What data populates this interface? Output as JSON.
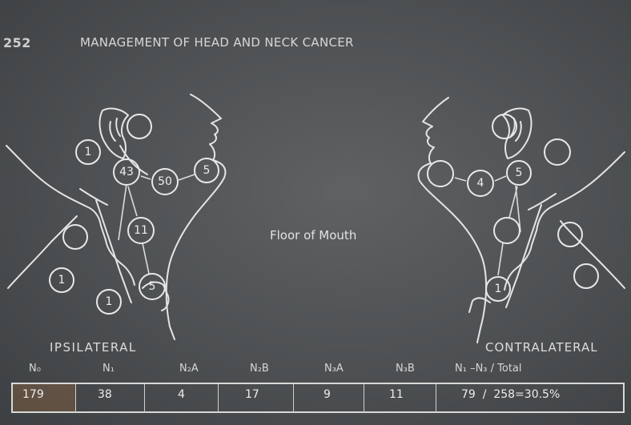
{
  "header": {
    "page_number": "252",
    "title": "MANAGEMENT OF HEAD AND NECK CANCER"
  },
  "diagram": {
    "site_label": "Floor of Mouth",
    "ipsilateral_label": "IPSILATERAL",
    "contralateral_label": "CONTRALATERAL",
    "ipsilateral_nodes": [
      "",
      "1",
      "43",
      "50",
      "5",
      "11",
      "",
      "1",
      "1",
      "5"
    ],
    "contralateral_nodes": [
      "",
      "",
      "",
      "4",
      "5",
      "",
      "",
      "1",
      ""
    ]
  },
  "table": {
    "headers": [
      "N₀",
      "N₁",
      "N₂A",
      "N₂B",
      "N₃A",
      "N₃B",
      "N₁ –N₃ / Total"
    ],
    "values": [
      "179",
      "38",
      "4",
      "17",
      "9",
      "11",
      "79  /  258=30.5%"
    ]
  }
}
